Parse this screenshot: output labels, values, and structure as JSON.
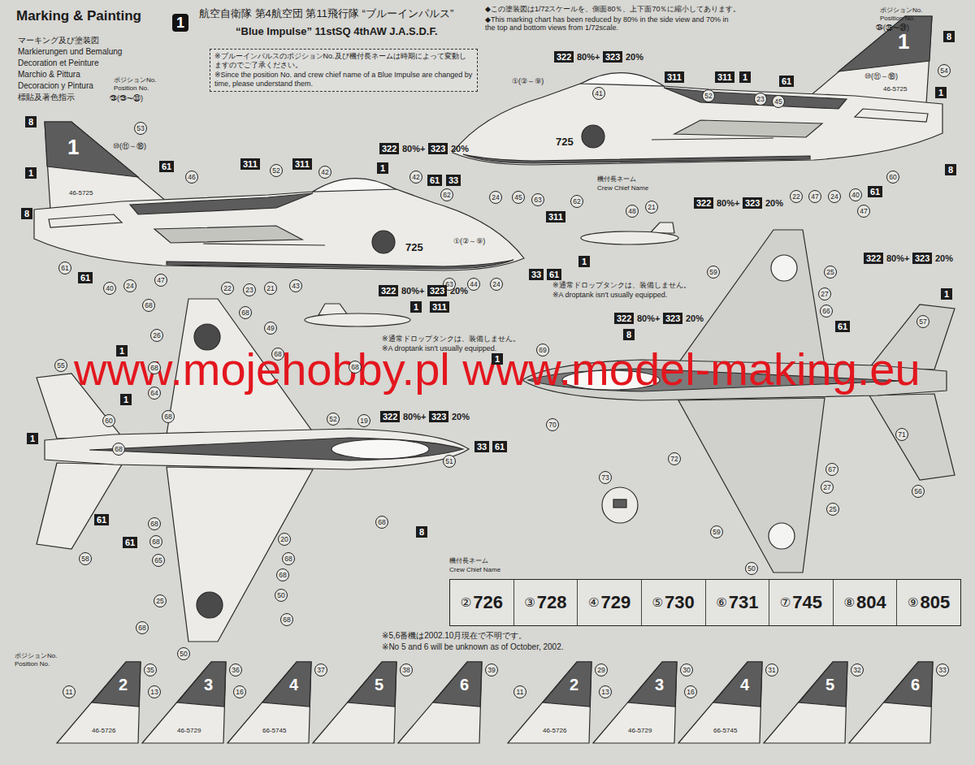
{
  "diagram": {
    "title": "Marking & Painting",
    "nodes": [
      {
        "text": [
          "8"
        ]
      },
      {
        "text": [
          "53"
        ]
      },
      {
        "text": [
          "1"
        ]
      },
      {
        "text": [
          "61"
        ]
      },
      {
        "text": [
          "46"
        ]
      },
      {
        "text": [
          "311"
        ]
      },
      {
        "text": [
          "52"
        ]
      },
      {
        "text": [
          "311"
        ]
      },
      {
        "text": [
          "42"
        ]
      },
      {
        "text": [
          "322"
        ]
      },
      {
        "text": [
          "323"
        ]
      },
      {
        "text": [
          "1"
        ]
      },
      {
        "text": [
          "42"
        ]
      },
      {
        "text": [
          "62"
        ]
      },
      {
        "text": [
          "8"
        ]
      },
      {
        "text": [
          "61"
        ]
      },
      {
        "text": [
          "61"
        ]
      },
      {
        "text": [
          "40"
        ]
      },
      {
        "text": [
          "24"
        ]
      },
      {
        "text": [
          "47"
        ]
      },
      {
        "text": [
          "22"
        ]
      },
      {
        "text": [
          "23"
        ]
      },
      {
        "text": [
          "21"
        ]
      },
      {
        "text": [
          "43"
        ]
      },
      {
        "text": [
          "33"
        ]
      },
      {
        "text": [
          "61"
        ]
      },
      {
        "text": [
          "63"
        ]
      },
      {
        "text": [
          "44"
        ]
      },
      {
        "text": [
          "24"
        ]
      },
      {
        "text": [
          "322"
        ]
      },
      {
        "text": [
          "323"
        ]
      },
      {
        "text": [
          "1"
        ]
      },
      {
        "text": [
          "311"
        ]
      },
      {
        "text": [
          "322"
        ]
      },
      {
        "text": [
          "323"
        ]
      },
      {
        "text": [
          "41"
        ]
      },
      {
        "text": [
          "311"
        ]
      },
      {
        "text": [
          "311"
        ]
      },
      {
        "text": [
          "1"
        ]
      },
      {
        "text": [
          "52"
        ]
      },
      {
        "text": [
          "61"
        ]
      },
      {
        "text": [
          "23"
        ]
      },
      {
        "text": [
          "45"
        ]
      },
      {
        "text": [
          "8"
        ]
      },
      {
        "text": [
          "54"
        ]
      },
      {
        "text": [
          "1"
        ]
      },
      {
        "text": [
          "61"
        ]
      },
      {
        "text": [
          "33"
        ]
      },
      {
        "text": [
          "24"
        ]
      },
      {
        "text": [
          "45"
        ]
      },
      {
        "text": [
          "63"
        ]
      },
      {
        "text": [
          "311"
        ]
      },
      {
        "text": [
          "62"
        ]
      },
      {
        "text": [
          "48"
        ]
      },
      {
        "text": [
          "21"
        ]
      },
      {
        "text": [
          "22"
        ]
      },
      {
        "text": [
          "47"
        ]
      },
      {
        "text": [
          "24"
        ]
      },
      {
        "text": [
          "40"
        ]
      },
      {
        "text": [
          "60"
        ]
      },
      {
        "text": [
          "8"
        ]
      },
      {
        "text": [
          "61"
        ]
      },
      {
        "text": [
          "322"
        ]
      },
      {
        "text": [
          "323"
        ]
      },
      {
        "text": [
          "47"
        ]
      },
      {
        "text": [
          "1"
        ]
      },
      {
        "text": [
          "322"
        ]
      },
      {
        "text": [
          "323"
        ]
      },
      {
        "text": [
          "1"
        ]
      },
      {
        "text": [
          "25"
        ]
      },
      {
        "text": [
          "59"
        ]
      },
      {
        "text": [
          "27"
        ]
      },
      {
        "text": [
          "66"
        ]
      },
      {
        "text": [
          "322"
        ]
      },
      {
        "text": [
          "323"
        ]
      },
      {
        "text": [
          "57"
        ]
      },
      {
        "text": [
          "61"
        ]
      },
      {
        "text": [
          "8"
        ]
      },
      {
        "text": [
          "69"
        ]
      },
      {
        "text": [
          "1"
        ]
      },
      {
        "text": [
          "70"
        ]
      },
      {
        "text": [
          "71"
        ]
      },
      {
        "text": [
          "72"
        ]
      },
      {
        "text": [
          "67"
        ]
      },
      {
        "text": [
          "56"
        ]
      },
      {
        "text": [
          "27"
        ]
      },
      {
        "text": [
          "73"
        ]
      },
      {
        "text": [
          "25"
        ]
      },
      {
        "text": [
          "59"
        ]
      },
      {
        "text": [
          "50"
        ]
      },
      {
        "text": [
          "68"
        ]
      },
      {
        "text": [
          "68"
        ]
      },
      {
        "text": [
          "49"
        ]
      },
      {
        "text": [
          "26"
        ]
      },
      {
        "text": [
          "1"
        ]
      },
      {
        "text": [
          "68"
        ]
      },
      {
        "text": [
          "68"
        ]
      },
      {
        "text": [
          "68"
        ]
      },
      {
        "text": [
          "55"
        ]
      },
      {
        "text": [
          "64"
        ]
      },
      {
        "text": [
          "1"
        ]
      },
      {
        "text": [
          "322"
        ]
      },
      {
        "text": [
          "323"
        ]
      },
      {
        "text": [
          "68"
        ]
      },
      {
        "text": [
          "52"
        ]
      },
      {
        "text": [
          "19"
        ]
      },
      {
        "text": [
          "60"
        ]
      },
      {
        "text": [
          "1"
        ]
      },
      {
        "text": [
          "68"
        ]
      },
      {
        "text": [
          "33"
        ]
      },
      {
        "text": [
          "61"
        ]
      },
      {
        "text": [
          "51"
        ]
      },
      {
        "text": [
          "61"
        ]
      },
      {
        "text": [
          "68"
        ]
      },
      {
        "text": [
          "68"
        ]
      },
      {
        "text": [
          "8"
        ]
      },
      {
        "text": [
          "68"
        ]
      },
      {
        "text": [
          "61"
        ]
      },
      {
        "text": [
          "20"
        ]
      },
      {
        "text": [
          "65"
        ]
      },
      {
        "text": [
          "68"
        ]
      },
      {
        "text": [
          "58"
        ]
      },
      {
        "text": [
          "68"
        ]
      },
      {
        "text": [
          "50"
        ]
      },
      {
        "text": [
          "25"
        ]
      },
      {
        "text": [
          "68"
        ]
      },
      {
        "text": [
          "68"
        ]
      },
      {
        "text": [
          "50"
        ]
      },
      {
        "text": [
          "11"
        ]
      },
      {
        "text": [
          "35"
        ]
      },
      {
        "text": [
          "13"
        ]
      },
      {
        "text": [
          "36"
        ]
      },
      {
        "text": [
          "16"
        ]
      },
      {
        "text": [
          "37"
        ]
      },
      {
        "text": [
          "38"
        ]
      },
      {
        "text": [
          "39"
        ]
      },
      {
        "text": [
          "29"
        ]
      },
      {
        "text": [
          "11"
        ]
      },
      {
        "text": [
          "30"
        ]
      },
      {
        "text": [
          "13"
        ]
      },
      {
        "text": [
          "31"
        ]
      },
      {
        "text": [
          "16"
        ]
      },
      {
        "text": [
          "32"
        ]
      },
      {
        "text": [
          "33"
        ]
      },
      {
        "text": [
          "1"
        ]
      },
      {
        "text": [
          "※ブルーインパルスのポジションNo.及び機付長ネームは時期によって変動しますのでご了承ください。",
          "※Since the position No. and crew chief name of a Blue Impulse are changed by time, please understand them."
        ]
      },
      {
        "text": [
          "②",
          "726",
          "③",
          "728",
          "④",
          "729",
          "⑤",
          "730",
          "⑥",
          "731",
          "⑦",
          "745",
          "⑧",
          "804",
          "⑨",
          "805"
        ]
      }
    ],
    "labels": [
      "マーキング及び塗装図",
      "Markierungen und Bemalung",
      "Decoration et Peinture",
      "Marchio & Pittura",
      "Decoracion y Pintura",
      "標貼及著色指示",
      "航空自衛隊 第4航空団 第11飛行隊 “ブルーインパルス”",
      "“Blue Impulse” 11stSQ 4thAW J.A.S.D.F.",
      "◆この塗装図は1/72スケールを、側面80％、上下面70％に縮小してあります。",
      "◆This marking chart has been reduced by 80% in the side view and 70% in the top and bottom views from 1/72scale.",
      "ポジションNo.",
      "Position No.",
      "㉘(㉙～㉝)",
      "ポジションNo.",
      "Position No.",
      "㉞(㉟～㊴)",
      "1",
      "46-5725",
      "⑩(⑪～⑱)",
      "80%+",
      "20%",
      "①(②～⑨)",
      "725",
      "80%+",
      "20%",
      "※通常ドロップタンクは、装備しません。",
      "※A droptank isn't usually equipped.",
      "80%+",
      "20%",
      "①(②～⑨)",
      "1",
      "⑩(⑪～⑱)",
      "46-5725",
      "725",
      "機付長ネーム",
      "Crew Chief Name",
      "80%+",
      "20%",
      "※通常ドロップタンクは、装備しません。",
      "※A droptank isn't usually equipped.",
      "80%+",
      "20%",
      "80%+",
      "20%",
      "80%+",
      "20%",
      "www.mojehobby.pl www.model-making.eu",
      "機付長ネーム",
      "Crew Chief Name",
      "※5,6番機は2002.10月現在で不明です。",
      "※No 5 and 6 will be unknown as of October, 2002.",
      "ポジションNo.",
      "Position No.",
      "2",
      "3",
      "4",
      "5",
      "6",
      "2",
      "3",
      "4",
      "5",
      "6",
      "46-5726",
      "46-5729",
      "66-5745",
      "46-5726",
      "46-5729",
      "66-5745"
    ]
  }
}
